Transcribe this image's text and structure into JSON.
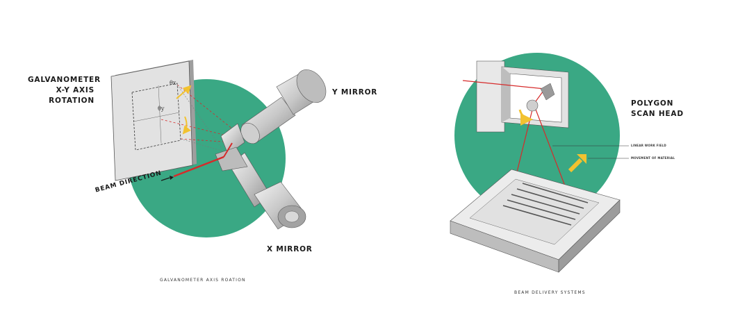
{
  "left_diagram": {
    "label_galvanometer": [
      "GALVANOMETER",
      "X-Y AXIS",
      "ROTATION"
    ],
    "label_y_mirror": "Y MIRROR",
    "label_x_mirror": "X MIRROR",
    "label_beam_direction": "BEAM DIRECTION",
    "theta_x": "θx",
    "theta_y": "θy",
    "caption": "GALVANOMETER AXIS ROATION"
  },
  "right_diagram": {
    "label_polygon": [
      "POLYGON",
      "SCAN HEAD"
    ],
    "label_linear_work_field": "LINEAR WORK FIELD",
    "label_movement_of_material": "MOVEMENT OF MATERIAL",
    "caption": "BEAM DELIVERY SYSTEMS"
  },
  "colors": {
    "green": "#3aa884",
    "laser": "#d62a2a",
    "arrow": "#f2c230",
    "panel": "#d6d6d6",
    "panel_dark": "#a9a9a9",
    "ink": "#1a1a1a"
  }
}
